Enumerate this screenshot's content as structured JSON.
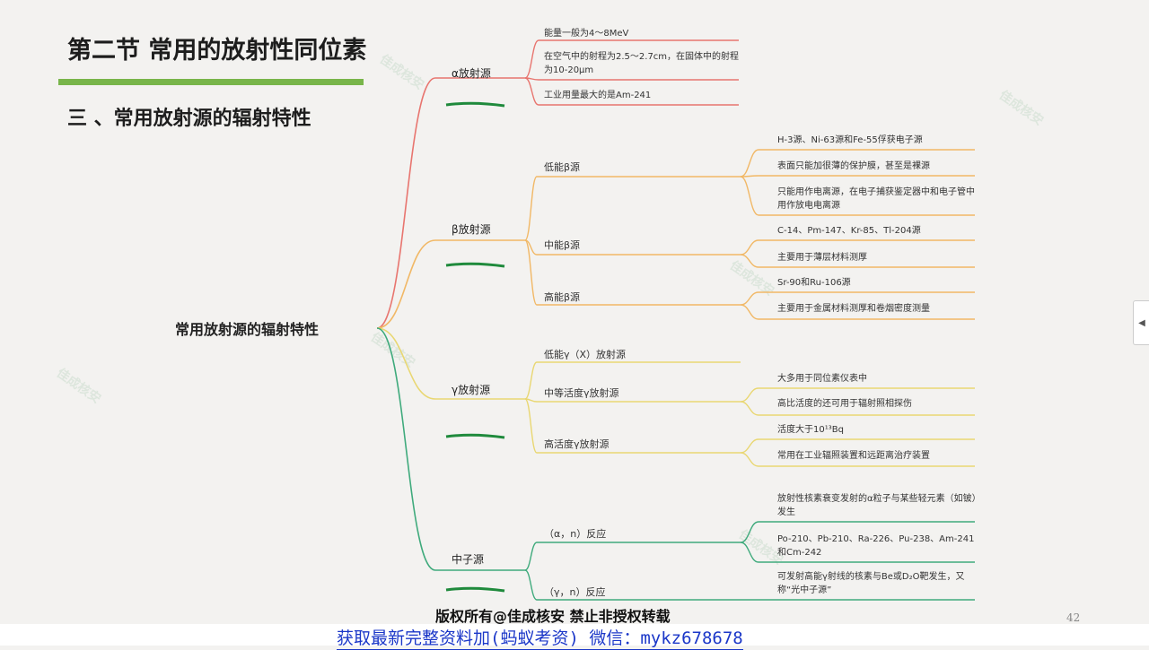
{
  "slide": {
    "title": "第二节 常用的放射性同位素",
    "subtitle": "三 、常用放射源的辐射特性",
    "footer": "版权所有@佳成核安  禁止非授权转载",
    "page_number": "42",
    "promo": "获取最新完整资料加(蚂蚁考资) 微信：mykz678678",
    "watermark": "佳成核安"
  },
  "colors": {
    "alpha": "#e8756f",
    "beta": "#f1b866",
    "gamma": "#e9d772",
    "neutron": "#3faa7c",
    "accent_bar": "#78b54a",
    "promo": "#1b37c8"
  },
  "mindmap": {
    "root": "常用放射源的辐射特性",
    "branches": [
      {
        "label": "α放射源",
        "children": [
          {
            "label": "能量一般为4～8MeV"
          },
          {
            "label": "在空气中的射程为2.5～2.7cm，在固体中的射程为10-20μm"
          },
          {
            "label": "工业用量最大的是Am-241"
          }
        ]
      },
      {
        "label": "β放射源",
        "children": [
          {
            "label": "低能β源",
            "children": [
              "H-3源、Ni-63源和Fe-55俘获电子源",
              "表面只能加很薄的保护膜，甚至是裸源",
              "只能用作电离源，在电子捕获鉴定器中和电子管中用作放电电离源"
            ]
          },
          {
            "label": "中能β源",
            "children": [
              "C-14、Pm-147、Kr-85、Tl-204源",
              "主要用于薄层材料测厚"
            ]
          },
          {
            "label": "高能β源",
            "children": [
              "Sr-90和Ru-106源",
              "主要用于金属材料测厚和卷烟密度测量"
            ]
          }
        ]
      },
      {
        "label": "γ放射源",
        "children": [
          {
            "label": "低能γ（X）放射源",
            "children": []
          },
          {
            "label": "中等活度γ放射源",
            "children": [
              "大多用于同位素仪表中",
              "高比活度的还可用于辐射照相探伤"
            ]
          },
          {
            "label": "高活度γ放射源",
            "children": [
              "活度大于10¹³Bq",
              "常用在工业辐照装置和远距离治疗装置"
            ]
          }
        ]
      },
      {
        "label": "中子源",
        "children": [
          {
            "label": "（α，n）反应",
            "children": [
              "放射性核素衰变发射的α粒子与某些轻元素（如铍）发生",
              "Po-210、Pb-210、Ra-226、Pu-238、Am-241和Cm-242"
            ]
          },
          {
            "label": "（γ，n）反应",
            "children": [
              "可发射高能γ射线的核素与Be或D₂O靶发生，又称“光中子源”"
            ]
          }
        ]
      }
    ]
  }
}
